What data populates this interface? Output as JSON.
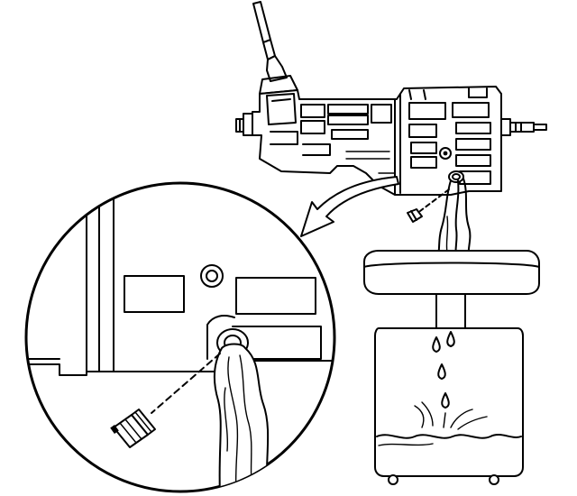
{
  "figure": {
    "parts": [
      "transmission-assembly",
      "gear-shift-lever",
      "drain-plug",
      "detail-magnifier-circle",
      "detail-arrow",
      "oil-drain-pan",
      "oil-drops"
    ],
    "colors": {
      "ink": "#000000",
      "paper": "#ffffff"
    }
  }
}
